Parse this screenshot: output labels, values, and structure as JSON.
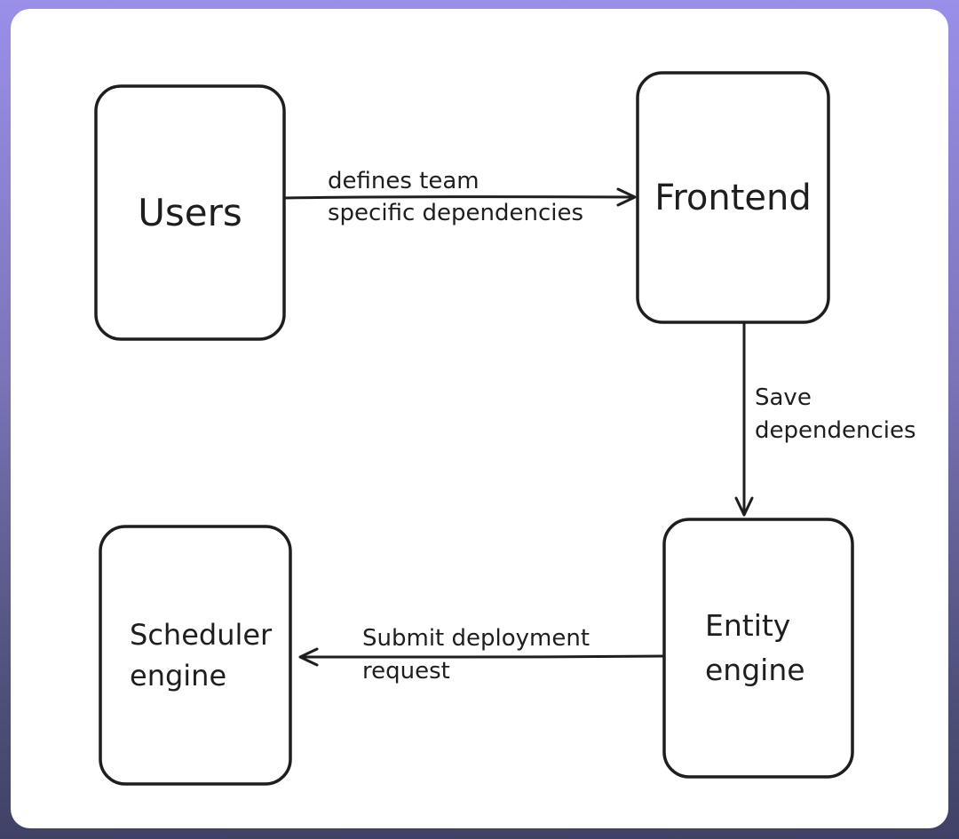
{
  "colors": {
    "frame_gradient_top": "#9a8fe9",
    "frame_gradient_bottom": "#3f4266",
    "canvas_background": "#ffffff",
    "ink": "#1e1e1e"
  },
  "diagram": {
    "nodes": [
      {
        "id": "users",
        "label": "Users"
      },
      {
        "id": "frontend",
        "label": "Frontend"
      },
      {
        "id": "entity-engine",
        "label": "Entity\nengine"
      },
      {
        "id": "scheduler-engine",
        "label": "Scheduler\nengine"
      }
    ],
    "edges": [
      {
        "id": "users-to-frontend",
        "from": "users",
        "to": "frontend",
        "direction": "right",
        "label": "defines team\nspecific dependencies"
      },
      {
        "id": "frontend-to-entity-engine",
        "from": "frontend",
        "to": "entity-engine",
        "direction": "down",
        "label": "Save\ndependencies"
      },
      {
        "id": "entity-engine-to-scheduler-engine",
        "from": "entity-engine",
        "to": "scheduler-engine",
        "direction": "left",
        "label": "Submit deployment\nrequest"
      }
    ]
  }
}
